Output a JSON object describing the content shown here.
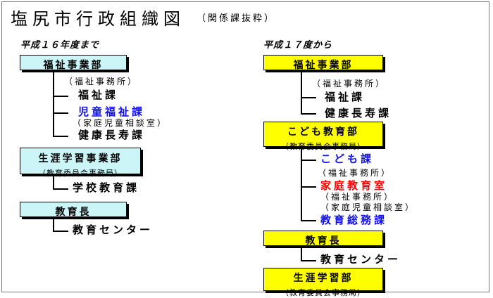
{
  "title": "塩尻市行政組織図",
  "subtitle": "（関係課抜粋）",
  "left": {
    "period": "平成１６年度まで",
    "dept1": {
      "name": "福祉事業部",
      "note": "（福祉事務所）",
      "items": [
        "福祉課",
        "児童福祉課"
      ],
      "item_note": "（家庭児童相談室）",
      "item_last": "健康長寿課"
    },
    "dept2": {
      "name": "生涯学習事業部",
      "sub": "（教育委員会事務局）",
      "item": "学校教育課"
    },
    "dept3": {
      "name": "教育長",
      "item": "教育センター"
    }
  },
  "right": {
    "period": "平成１７度から",
    "dept1": {
      "name": "福祉事業部",
      "note": "（福祉事務所）",
      "items": [
        "福祉課",
        "健康長寿課"
      ]
    },
    "dept2": {
      "name": "こども教育部",
      "sub": "（教育委員会事務局）",
      "item1": "こども課",
      "item1_note": "（福祉事務所）",
      "item2": "家庭教育室",
      "item2_notes": [
        "（福祉事務所）",
        "（家庭児童相談室）"
      ],
      "item3": "教育総務課"
    },
    "dept3": {
      "name": "教育長",
      "item": "教育センター"
    },
    "dept4": {
      "name": "生涯学習部",
      "sub": "（教育委員会事務局）"
    }
  },
  "colors": {
    "left_box": "#ccf5f8",
    "right_box": "#ffff00",
    "new_item": "#1010ee",
    "new_room": "#ff0000"
  }
}
